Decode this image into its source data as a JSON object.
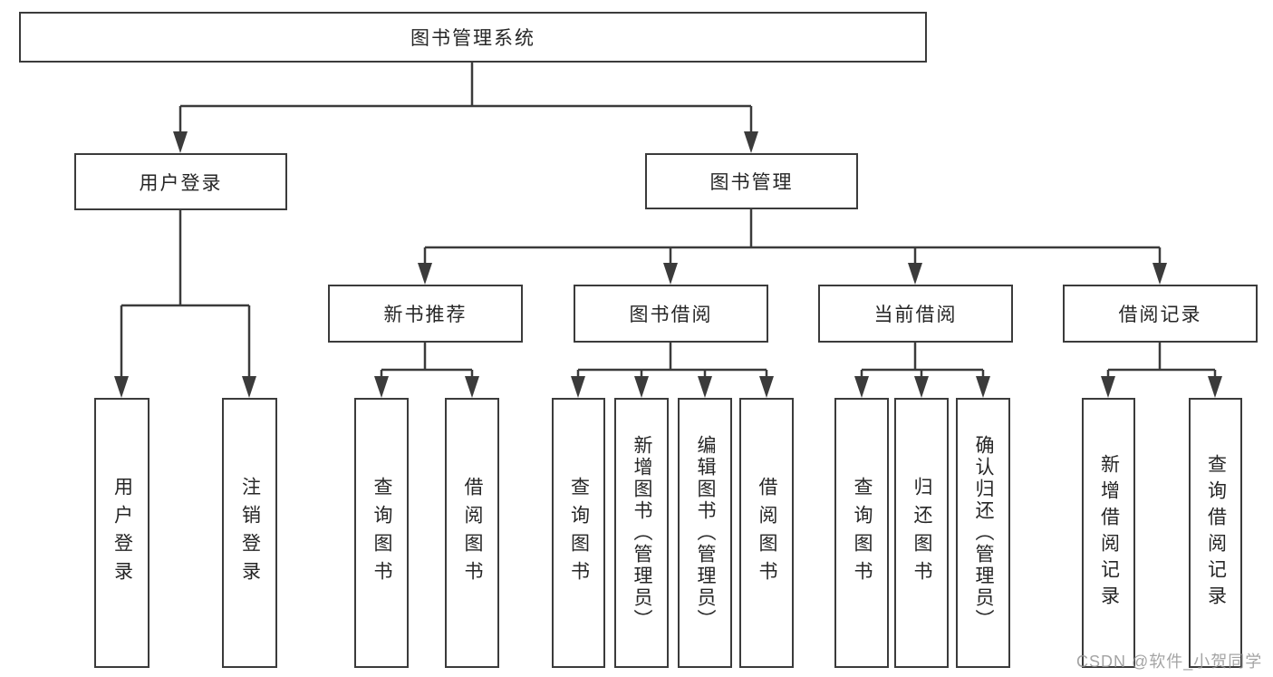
{
  "tree": {
    "label": "图书管理系统",
    "children": [
      {
        "label": "用户登录",
        "children": [
          {
            "label": "用户登录"
          },
          {
            "label": "注销登录"
          }
        ]
      },
      {
        "label": "图书管理",
        "children": [
          {
            "label": "新书推荐",
            "children": [
              {
                "label": "查询图书"
              },
              {
                "label": "借阅图书"
              }
            ]
          },
          {
            "label": "图书借阅",
            "children": [
              {
                "label": "查询图书"
              },
              {
                "label": "新增图书（管理员）"
              },
              {
                "label": "编辑图书（管理员）"
              },
              {
                "label": "借阅图书"
              }
            ]
          },
          {
            "label": "当前借阅",
            "children": [
              {
                "label": "查询图书"
              },
              {
                "label": "归还图书"
              },
              {
                "label": "确认归还（管理员）"
              }
            ]
          },
          {
            "label": "借阅记录",
            "children": [
              {
                "label": "新增借阅记录"
              },
              {
                "label": "查询借阅记录"
              }
            ]
          }
        ]
      }
    ]
  },
  "watermark": "CSDN @软件_小贺同学",
  "colors": {
    "line": "#3b3b3b",
    "text": "#262626",
    "watermark": "#949494",
    "background": "#ffffff"
  }
}
